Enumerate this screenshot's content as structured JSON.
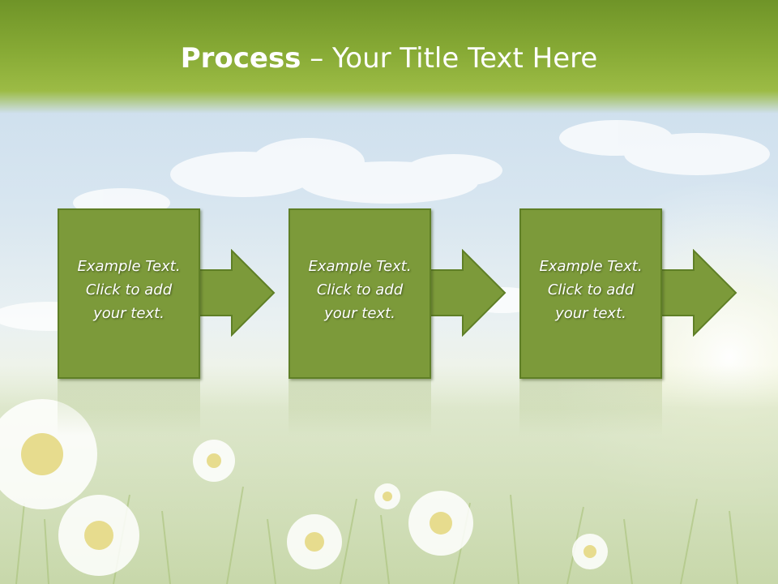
{
  "title": {
    "bold": "Process",
    "rest": " – Your Title Text Here"
  },
  "steps": [
    {
      "text": "Example Text. Click  to add your text."
    },
    {
      "text": "Example Text. Click  to add your text."
    },
    {
      "text": "Example Text. Click  to add your text."
    }
  ],
  "colors": {
    "box_fill": "#7c9a3a",
    "box_border": "#5f7f26",
    "title_band": "#87aa35",
    "text": "#ffffff"
  },
  "background": "meadow with daisies and sky"
}
